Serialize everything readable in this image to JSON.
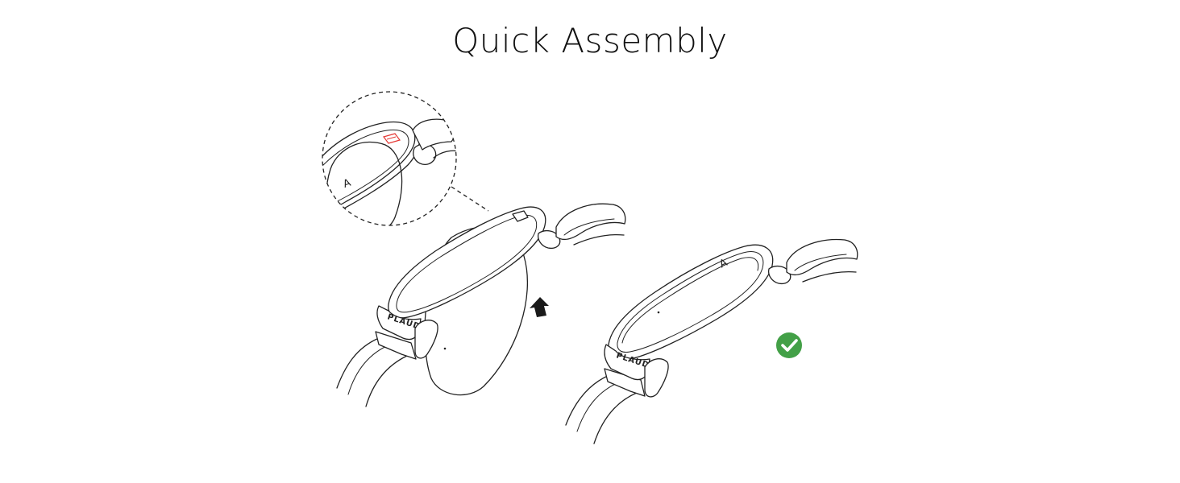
{
  "title": "Quick Assembly",
  "brand_mark": "PLAUD",
  "logo_glyph": "A",
  "colors": {
    "ink": "#222222",
    "latch_highlight": "#e53935",
    "success": "#43a047"
  },
  "icons": {
    "push_arrow": "arrow-up-icon",
    "done": "check-circle-icon"
  }
}
